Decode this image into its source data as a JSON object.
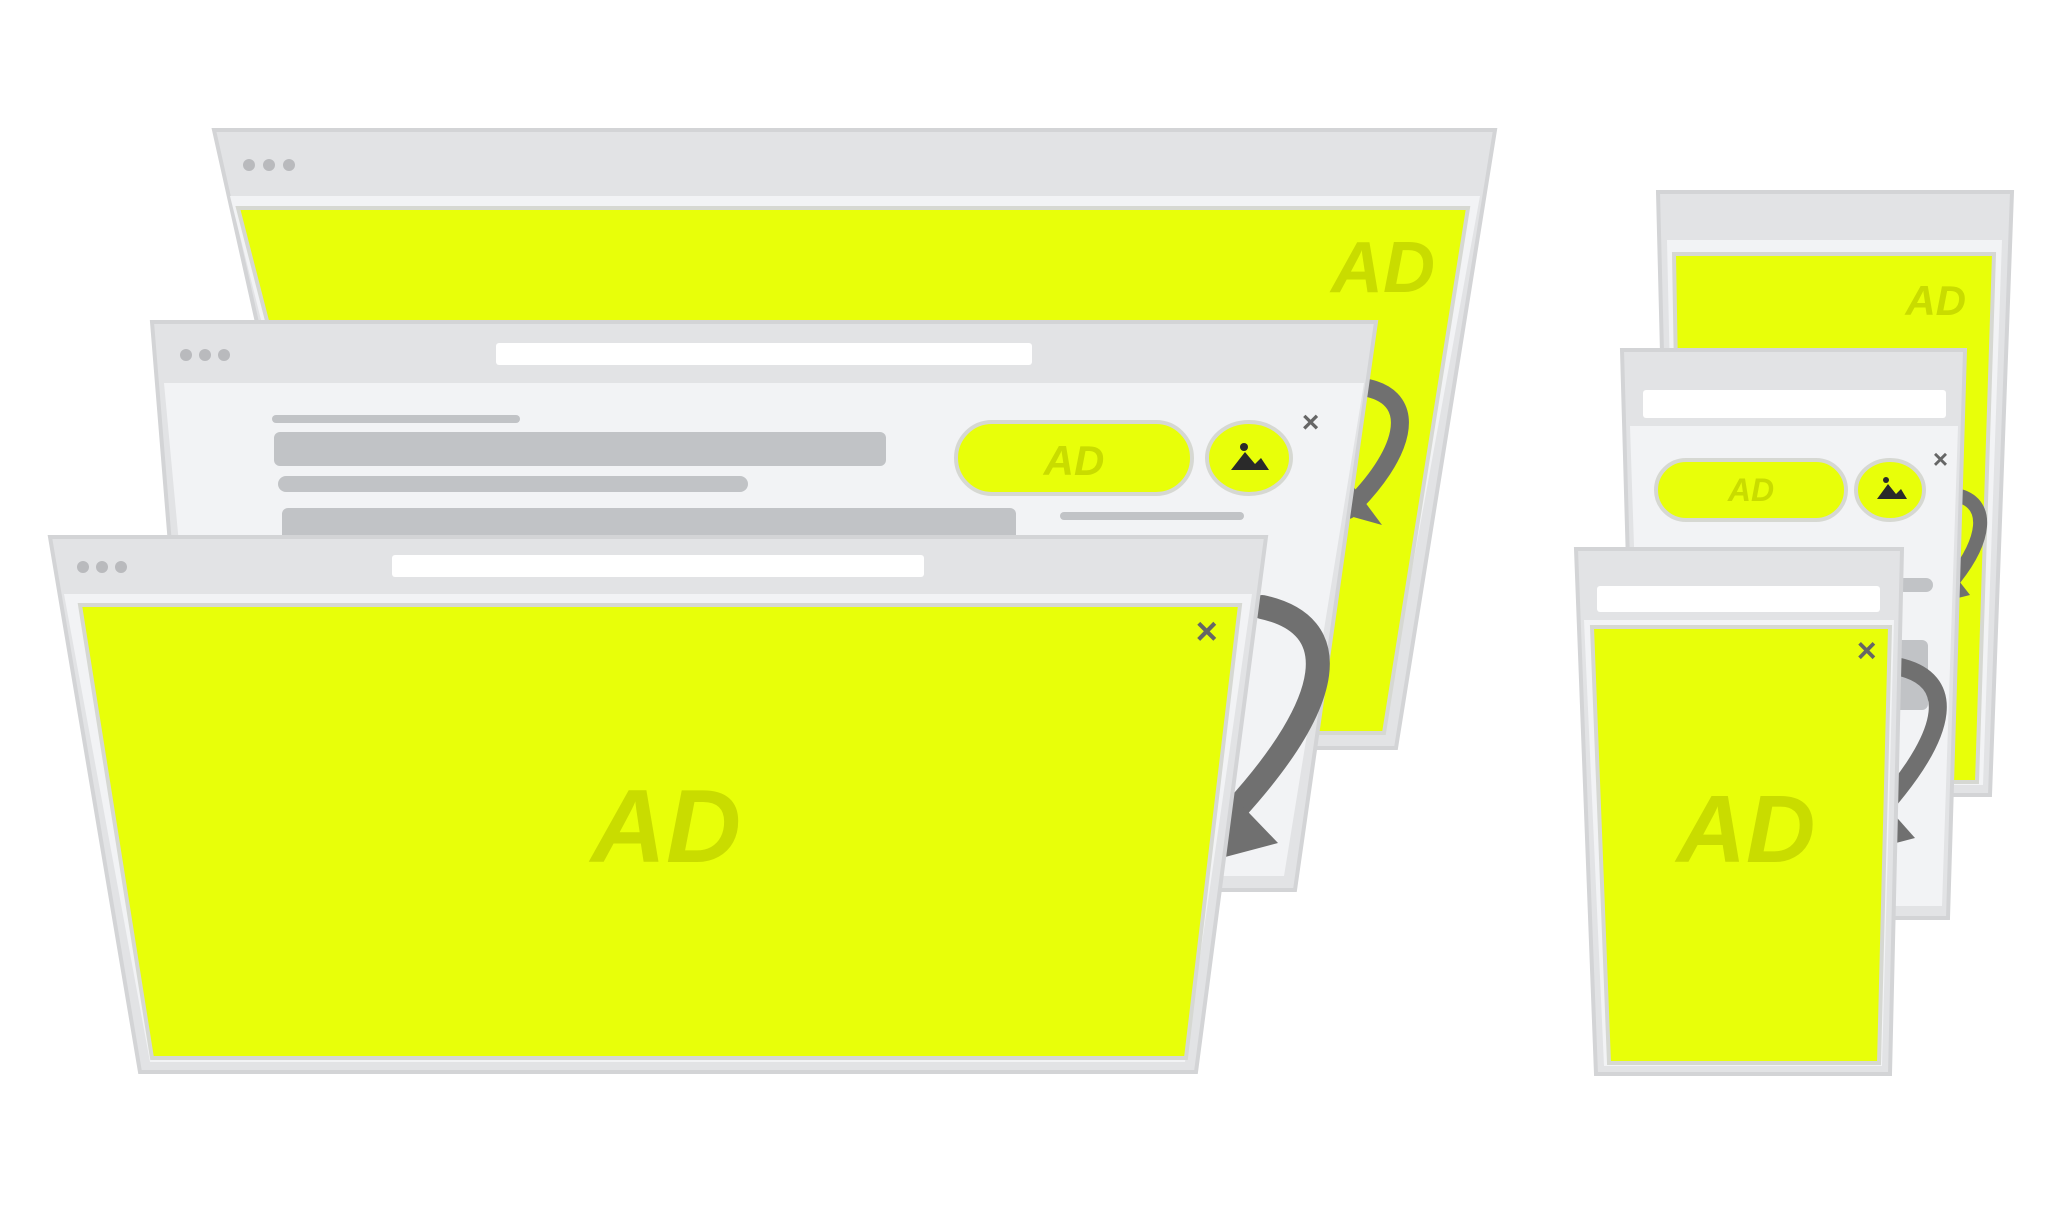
{
  "ad_text": "AD",
  "close_glyph": "×",
  "colors": {
    "background": "#ffffff",
    "frame": "#e2e3e5",
    "frame_edge": "#d3d4d6",
    "window_dots": "#b9babd",
    "url_bar": "#ffffff",
    "content_bg": "#f2f3f5",
    "text_placeholder": "#c1c3c6",
    "ad_fill": "#e8ff09",
    "ad_border": "#d6d8d2",
    "ad_text": "#c9dc00",
    "arrow": "#707070",
    "close_icon": "#666666",
    "image_icon": "#2a2a2a"
  },
  "icons": {
    "window_controls": "three-dots-icon",
    "close": "close-icon",
    "image": "image-icon",
    "transition": "curved-arrow-icon"
  },
  "desktop": {
    "back_window": {
      "ad_label": "AD"
    },
    "middle_window": {
      "banner_ad_label": "AD"
    },
    "front_window": {
      "ad_label": "AD"
    }
  },
  "mobile": {
    "back_window": {
      "ad_label": "AD"
    },
    "middle_window": {
      "banner_ad_label": "AD"
    },
    "front_window": {
      "ad_label": "AD"
    }
  }
}
